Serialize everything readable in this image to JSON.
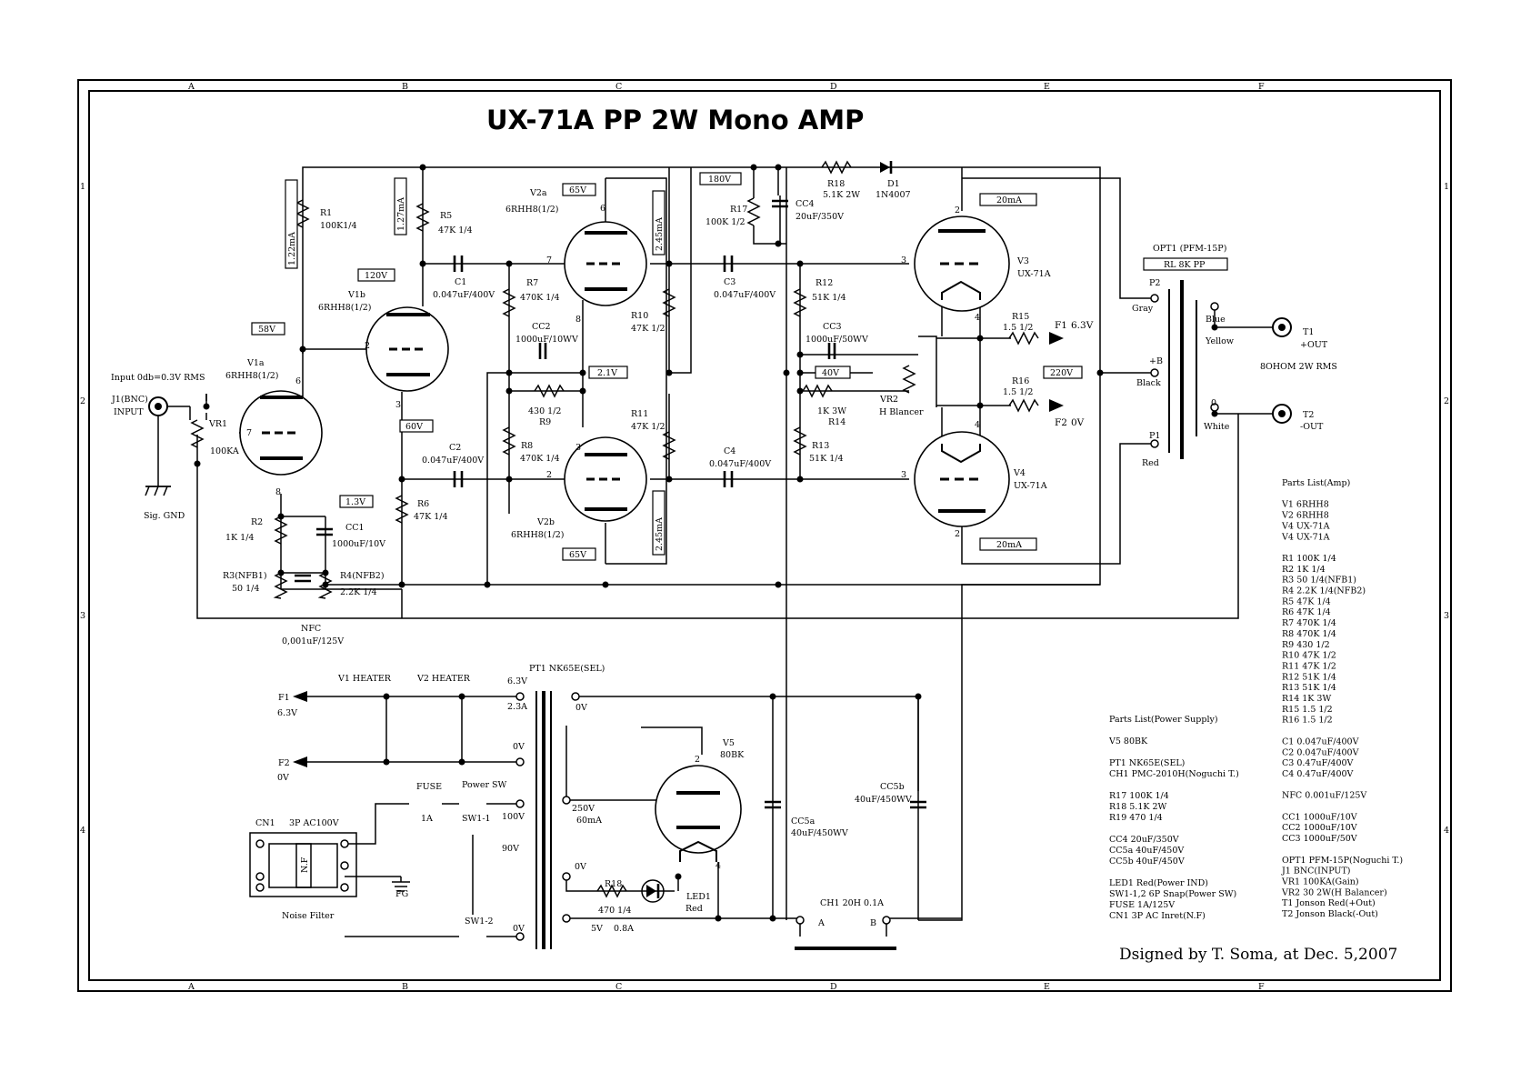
{
  "title": "UX-71A PP 2W Mono AMP",
  "signature": "Dsigned by T. Soma, at Dec. 5,2007",
  "border": {
    "cols": [
      "A",
      "B",
      "C",
      "D",
      "E",
      "F"
    ],
    "rows": [
      "1",
      "2",
      "3",
      "4"
    ]
  },
  "tubes": {
    "v1a": [
      "V1a",
      "6RHH8(1/2)"
    ],
    "v1b": [
      "V1b",
      "6RHH8(1/2)"
    ],
    "v2a": [
      "V2a",
      "6RHH8(1/2)"
    ],
    "v2b": [
      "V2b",
      "6RHH8(1/2)"
    ],
    "v3": [
      "V3",
      "UX-71A"
    ],
    "v4": [
      "V4",
      "UX-71A"
    ],
    "v5": [
      "V5",
      "80BK"
    ]
  },
  "pins": {
    "p2": "2",
    "p3": "3",
    "p4": "4",
    "p6": "6",
    "p7": "7",
    "p8": "8"
  },
  "resistors": {
    "r1": [
      "R1",
      "100K1/4"
    ],
    "r2": [
      "R2",
      "1K 1/4"
    ],
    "r3": [
      "R3(NFB1)",
      "50 1/4"
    ],
    "r4": [
      "R4(NFB2)",
      "2.2K 1/4"
    ],
    "r5": [
      "R5",
      "47K 1/4"
    ],
    "r6": [
      "R6",
      "47K 1/4"
    ],
    "r7": [
      "R7",
      "470K 1/4"
    ],
    "r8": [
      "R8",
      "470K 1/4"
    ],
    "r9": [
      "430 1/2",
      "R9"
    ],
    "r10": [
      "R10",
      "47K 1/2"
    ],
    "r11": [
      "R11",
      "47K 1/2"
    ],
    "r12": [
      "R12",
      "51K 1/4"
    ],
    "r13": [
      "R13",
      "51K 1/4"
    ],
    "r14": [
      "1K 3W",
      "R14"
    ],
    "r15": [
      "R15",
      "1.5 1/2"
    ],
    "r16": [
      "R16",
      "1.5 1/2"
    ],
    "r17": [
      "R17",
      "100K 1/2"
    ],
    "r18": [
      "R18",
      "5.1K 2W"
    ],
    "r18ps": [
      "R18",
      "470 1/4"
    ]
  },
  "caps": {
    "c1": [
      "C1",
      "0.047uF/400V"
    ],
    "c2": [
      "C2",
      "0.047uF/400V"
    ],
    "c3": [
      "C3",
      "0.047uF/400V"
    ],
    "c4": [
      "C4",
      "0.047uF/400V"
    ],
    "cc1": [
      "CC1",
      "1000uF/10V"
    ],
    "cc2": [
      "CC2",
      "1000uF/10WV"
    ],
    "cc3": [
      "CC3",
      "1000uF/50WV"
    ],
    "cc4": [
      "CC4",
      "20uF/350V"
    ],
    "cc5a": [
      "CC5a",
      "40uF/450WV"
    ],
    "cc5b": [
      "CC5b",
      "40uF/450WV"
    ],
    "nfc": [
      "NFC",
      "0,001uF/125V"
    ]
  },
  "voltage_tags": {
    "v120": "120V",
    "v58": "58V",
    "v60": "60V",
    "v13": "1.3V",
    "v65a": "65V",
    "v65b": "65V",
    "v21": "2.1V",
    "v180": "180V",
    "v40": "40V",
    "v220": "220V",
    "ma20a": "20mA",
    "ma20b": "20mA"
  },
  "current_tags": {
    "i122": "1.22mA",
    "i127": "1.27mA",
    "i245a": "2.45mA",
    "i245b": "2.45mA"
  },
  "diode": [
    "D1",
    "1N4007"
  ],
  "input": {
    "level": "Input 0db=0.3V RMS",
    "jack": "J1(BNC)",
    "jack_label": "INPUT",
    "gnd": "Sig. GND",
    "vr1": [
      "VR1",
      "100KA"
    ]
  },
  "vr2": [
    "VR2",
    "H Blancer"
  ],
  "fil": {
    "f1": "F1",
    "f1v": "6.3V",
    "f2": "F2",
    "f2v": "0V"
  },
  "opt": {
    "name": "OPT1 (PFM-15P)",
    "rl": "RL 8K PP",
    "p2": "P2",
    "gray": "Gray",
    "plusb": "+B",
    "black": "Black",
    "p1": "P1",
    "red": "Red",
    "blue": "Blue",
    "yellow": "Yellow",
    "zero": "0",
    "white": "White",
    "out": "8OHOM 2W RMS",
    "t1": "T1",
    "t1l": "+OUT",
    "t2": "T2",
    "t2l": "-OUT"
  },
  "heater": {
    "v1h": "V1   HEATER",
    "v2h": "V2   HEATER",
    "f1": "F1",
    "f1v": "6.3V",
    "f2": "F2",
    "f2v": "0V"
  },
  "pt": {
    "name": "PT1 NK65E(SEL)",
    "s63": "6.3V",
    "s23": "2.3A",
    "s0a": "0V",
    "p100": "100V",
    "p90": "90V",
    "p0": "0V",
    "s0b": "0V",
    "s250": "250V",
    "s60": "60mA",
    "s0c": "0V",
    "s5": "5V",
    "s08": "0.8A"
  },
  "mains": {
    "cn1": "CN1",
    "ac": "3P AC100V",
    "fuse": "FUSE",
    "fuse_a": "1A",
    "psw": "Power SW",
    "sw11": "SW1-1",
    "sw12": "SW1-2",
    "nf": "N.F",
    "fg": "FG",
    "filter": "Noise Filter"
  },
  "ps": {
    "led": [
      "LED1",
      "Red"
    ],
    "choke": "CH1 20H 0.1A",
    "ca": "A",
    "cb": "B"
  },
  "parts_ps": {
    "heading": "Parts List(Power Supply)",
    "lines": [
      "V5 80BK",
      "",
      "PT1 NK65E(SEL)",
      "CH1 PMC-2010H(Noguchi T.)",
      "",
      "R17 100K 1/4",
      "R18 5.1K 2W",
      "R19 470 1/4",
      "",
      "CC4 20uF/350V",
      "CC5a 40uF/450V",
      "CC5b 40uF/450V",
      "",
      "LED1 Red(Power IND)",
      "SW1-1,2 6P Snap(Power SW)",
      "FUSE 1A/125V",
      "CN1 3P AC Inret(N.F)"
    ]
  },
  "parts_amp": {
    "heading": "Parts List(Amp)",
    "lines": [
      "V1 6RHH8",
      "V2 6RHH8",
      "V4 UX-71A",
      "V4 UX-71A",
      "",
      "R1 100K 1/4",
      "R2 1K 1/4",
      "R3 50 1/4(NFB1)",
      "R4 2.2K 1/4(NFB2)",
      "R5 47K 1/4",
      "R6 47K 1/4",
      "R7 470K 1/4",
      "R8 470K 1/4",
      "R9 430 1/2",
      "R10 47K 1/2",
      "R11 47K 1/2",
      "R12 51K 1/4",
      "R13 51K 1/4",
      "R14 1K 3W",
      "R15 1.5 1/2",
      "R16 1.5 1/2",
      "",
      "C1 0.047uF/400V",
      "C2 0.047uF/400V",
      "C3 0.47uF/400V",
      "C4 0.47uF/400V",
      "",
      "NFC 0.001uF/125V",
      "",
      "CC1 1000uF/10V",
      "CC2 1000uF/10V",
      "CC3 1000uF/50V",
      "",
      "OPT1 PFM-15P(Noguchi T.)",
      "J1 BNC(INPUT)",
      "VR1 100KA(Gain)",
      "VR2 30 2W(H Balancer)",
      "T1 Jonson Red(+Out)",
      "T2 Jonson Black(-Out)"
    ]
  }
}
